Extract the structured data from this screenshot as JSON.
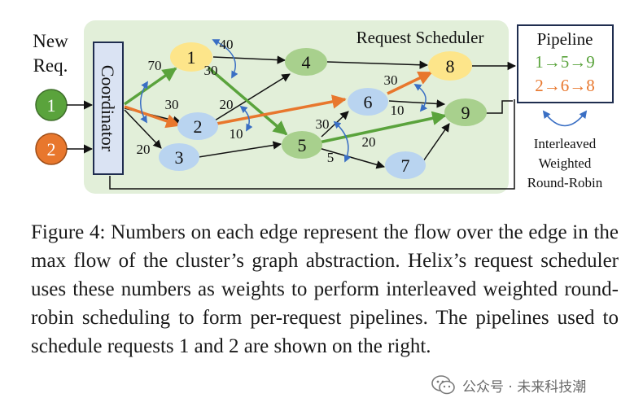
{
  "labels": {
    "new_req_line1": "New",
    "new_req_line2": "Req.",
    "coordinator": "Coordinator",
    "request_scheduler": "Request Scheduler",
    "pipeline_title": "Pipeline",
    "pipeline_1": "1→5→9",
    "pipeline_2": "2→6→8",
    "iwrr_line1": "Interleaved",
    "iwrr_line2": "Weighted",
    "iwrr_line3": "Round-Robin"
  },
  "requests": [
    {
      "label": "1",
      "color": "#5aa33c"
    },
    {
      "label": "2",
      "color": "#e8772d"
    }
  ],
  "nodes": [
    {
      "label": "1",
      "fill": "#fde58a"
    },
    {
      "label": "2",
      "fill": "#b9d4f0"
    },
    {
      "label": "3",
      "fill": "#b9d4f0"
    },
    {
      "label": "4",
      "fill": "#a8d08d"
    },
    {
      "label": "5",
      "fill": "#a8d08d"
    },
    {
      "label": "6",
      "fill": "#b9d4f0"
    },
    {
      "label": "7",
      "fill": "#b9d4f0"
    },
    {
      "label": "8",
      "fill": "#fde58a"
    },
    {
      "label": "9",
      "fill": "#a8d08d"
    }
  ],
  "edge_weights": [
    "70",
    "30",
    "20",
    "40",
    "30",
    "20",
    "10",
    "30",
    "10",
    "30",
    "5",
    "20"
  ],
  "colors": {
    "scheduler_bg": "#e2efd9",
    "coordinator_bg": "#dae3f3",
    "coordinator_border": "#1f2d4f",
    "green_path": "#5aa33c",
    "orange_path": "#e8772d",
    "weight_arrow": "#3a6fc4"
  },
  "caption": "Figure 4: Numbers on each edge represent the flow over the edge in the max flow of the cluster’s graph abstraction. Helix’s request scheduler uses these numbers as weights to perform interleaved weighted round-robin scheduling to form per-request pipelines. The pipelines used to schedule requests 1 and 2 are shown on the right.",
  "watermark": "公众号 · 未来科技潮"
}
